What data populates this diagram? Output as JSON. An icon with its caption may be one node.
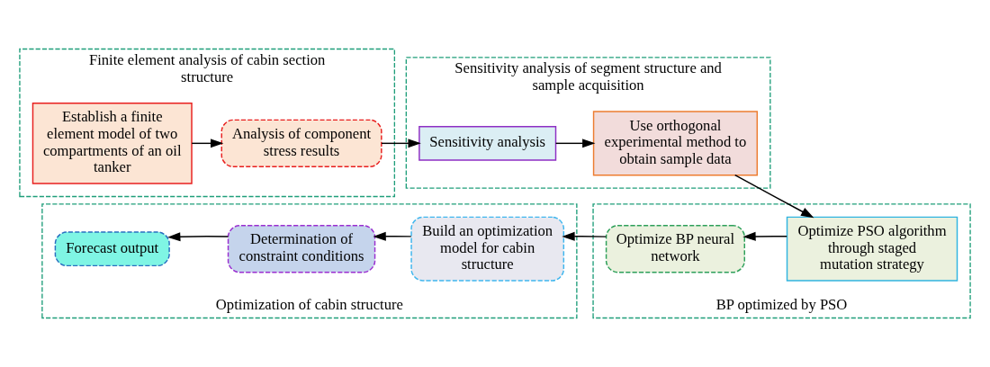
{
  "diagram": {
    "nodes": [
      {
        "text": [
          "Finite element analysis of cabin section structure"
        ]
      },
      {
        "text": [
          "Establish a finite element model of two compartments of an oil tanker"
        ],
        "in": 0
      },
      {
        "text": [
          "Analysis of component stress results"
        ],
        "in": 0
      },
      {
        "text": [
          "Sensitivity analysis of segment structure and sample acquisition"
        ]
      },
      {
        "text": [
          "Sensitivity analysis"
        ],
        "in": 3
      },
      {
        "text": [
          "Use orthogonal experimental method to obtain sample data"
        ],
        "in": 3
      },
      {
        "text": [
          "BP optimized by PSO"
        ]
      },
      {
        "text": [
          "Optimize PSO algorithm through staged mutation strategy"
        ],
        "in": 6
      },
      {
        "text": [
          "Optimize BP neural network"
        ],
        "in": 6
      },
      {
        "text": [
          "Optimization of cabin structure"
        ]
      },
      {
        "text": [
          "Build an optimization model for cabin structure"
        ],
        "in": 9
      },
      {
        "text": [
          "Determination of constraint conditions"
        ],
        "in": 9
      },
      {
        "text": [
          "Forecast output"
        ],
        "in": 9
      }
    ],
    "edges": [
      {
        "from": 1,
        "to": 2,
        "arrow": "to"
      },
      {
        "from": 2,
        "to": 4,
        "arrow": "to"
      },
      {
        "from": 4,
        "to": 5,
        "arrow": "to"
      },
      {
        "from": 5,
        "to": 7,
        "arrow": "to"
      },
      {
        "from": 7,
        "to": 8,
        "arrow": "to"
      },
      {
        "from": 8,
        "to": 10,
        "arrow": "to"
      },
      {
        "from": 10,
        "to": 11,
        "arrow": "to"
      },
      {
        "from": 11,
        "to": 12,
        "arrow": "to"
      }
    ]
  }
}
